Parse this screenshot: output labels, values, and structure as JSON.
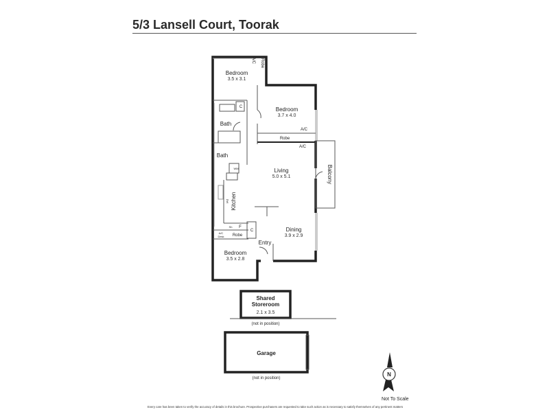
{
  "title": "5/3 Lansell Court, Toorak",
  "rooms": {
    "bedroom1": {
      "label": "Bedroom",
      "dims": "3.5 x 3.1"
    },
    "bedroom2": {
      "label": "Bedroom",
      "dims": "3.7 x 4.0"
    },
    "bedroom3": {
      "label": "Bedroom",
      "dims": "3.5 x 2.8"
    },
    "living": {
      "label": "Living",
      "dims": "5.0 x 5.1"
    },
    "dining": {
      "label": "Dining",
      "dims": "3.9 x 2.9"
    },
    "bath1": "Bath",
    "bath2": "Bath",
    "kitchen": "Kitchen",
    "balcony": "Balcony",
    "entry": "Entry",
    "robe1": "Robe",
    "robe2": "Robe",
    "robe3": "Robe",
    "ac1": "A/C",
    "ac2": "A/C",
    "ac3": "A/C",
    "ac_desk": "A/C",
    "desk": "Desk",
    "c1": "C",
    "c2": "C",
    "wm": "WM",
    "dw": "DW",
    "sh": "Sh",
    "f": "F"
  },
  "storeroom": {
    "label1": "Shared",
    "label2": "Storeroom",
    "dims": "2.1 x 3.5",
    "note": "(not in position)"
  },
  "garage": {
    "label": "Garage",
    "note": "(not in position)"
  },
  "compass": "N",
  "not_to_scale": "Not To Scale",
  "disclaimer": "Every care has been taken to verify the accuracy of details in this brochure. Prospective purchasers are requested to take such action as is necessary to satisfy themselves of any pertinent matters"
}
